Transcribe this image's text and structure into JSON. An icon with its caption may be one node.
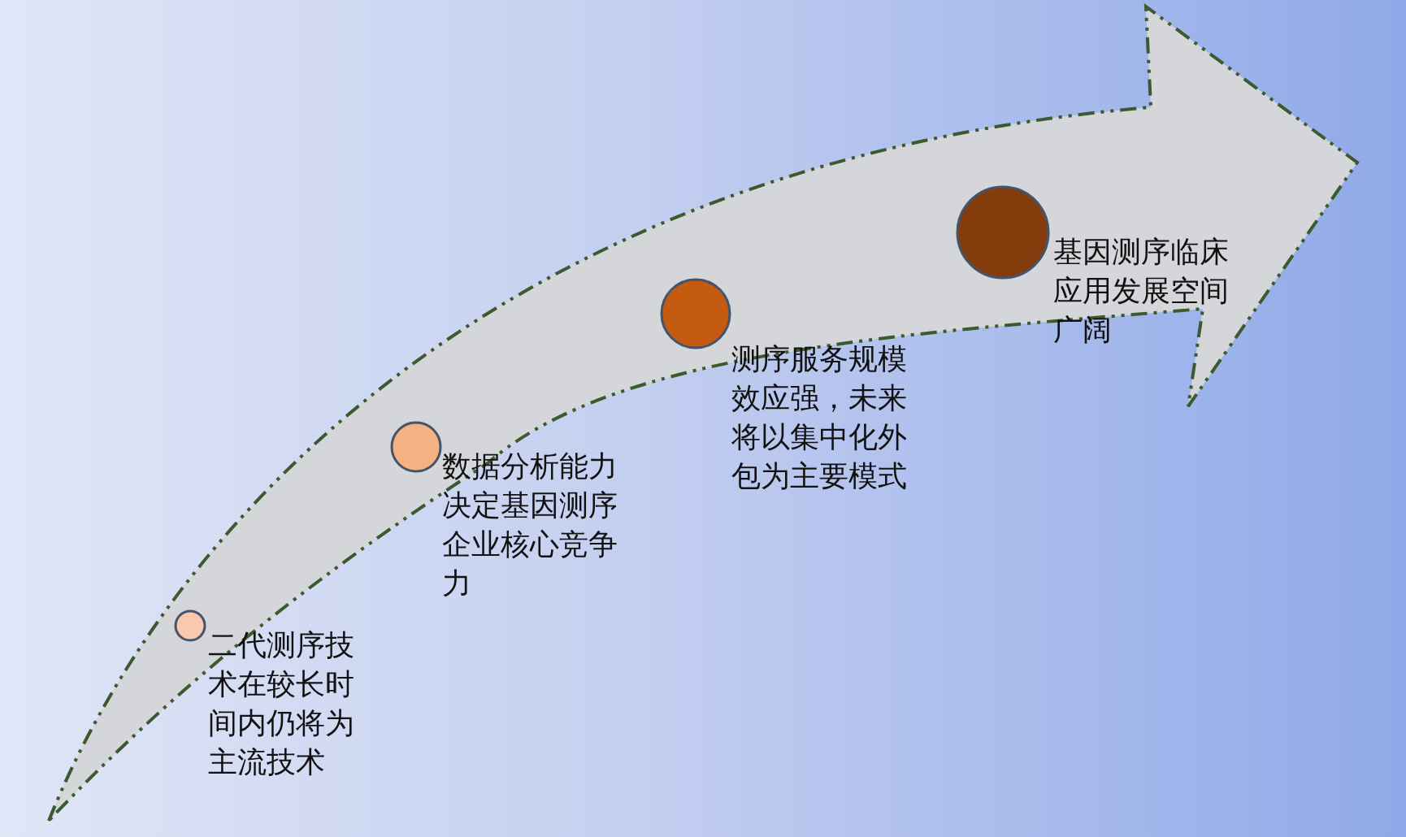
{
  "diagram": {
    "nodes": [
      {
        "text": [
          "二代测序技术在较长时间内仍将为主流技术"
        ]
      },
      {
        "text": [
          "数据分析能力决定基因测序企业核心竞争力"
        ]
      },
      {
        "text": [
          "测序服务规模效应强，未来将以集中化外包为主要模式"
        ]
      },
      {
        "text": [
          "基因测序临床应用发展空间广阔"
        ]
      }
    ]
  }
}
